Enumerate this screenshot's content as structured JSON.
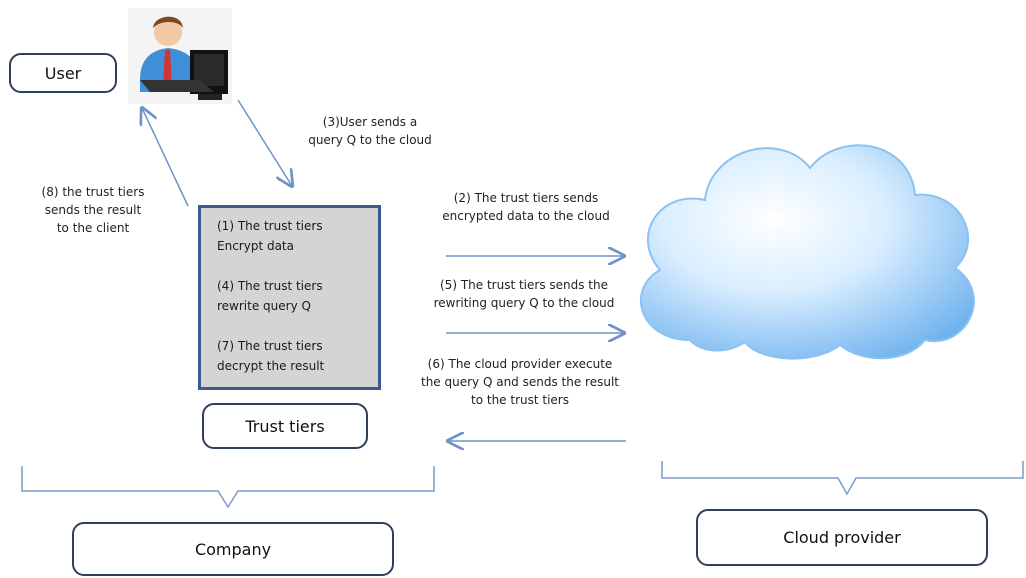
{
  "user_label": "User",
  "steps": {
    "step3": "(3)User sends a\nquery Q to the cloud",
    "step8": "(8) the trust tiers\nsends the result\nto the client",
    "step2": "(2) The trust tiers sends\nencrypted data to the cloud",
    "step5": "(5) The trust tiers sends the\nrewriting query Q to the cloud",
    "step6": "(6) The cloud provider execute\nthe query Q and sends the result\nto the trust tiers"
  },
  "trust_panel": {
    "step1": "(1) The trust tiers\nEncrypt data",
    "step4": "(4) The trust tiers\nrewrite query Q",
    "step7": "(7) The trust tiers\ndecrypt the result"
  },
  "trust_tiers_label": "Trust tiers",
  "company_label": "Company",
  "cloud_provider_label": "Cloud provider",
  "colors": {
    "arrow": "#6f93c9",
    "box_border": "#2f3f5a",
    "panel_fill": "#d4d4d4",
    "panel_border": "#3d5a8a",
    "cloud_light": "#eaf5ff",
    "cloud_dark": "#6fb2ee"
  },
  "icons": [
    "user-at-computer-icon",
    "cloud-icon"
  ]
}
